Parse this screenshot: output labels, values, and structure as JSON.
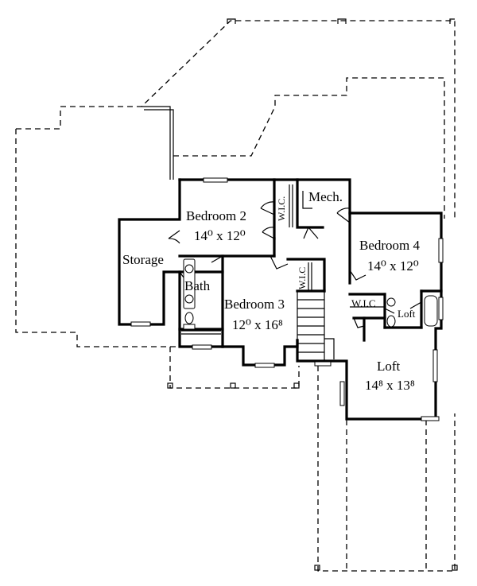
{
  "rooms": {
    "bedroom2": {
      "name": "Bedroom 2",
      "dims": "14⁰ x 12⁰"
    },
    "bedroom3": {
      "name": "Bedroom 3",
      "dims": "12⁰ x 16⁸"
    },
    "bedroom4": {
      "name": "Bedroom 4",
      "dims": "14⁰ x 12⁰"
    },
    "loft_large": {
      "name": "Loft",
      "dims": "14⁸ x 13⁸"
    },
    "loft_small": {
      "name": "Loft"
    },
    "storage": {
      "name": "Storage"
    },
    "bath": {
      "name": "Bath"
    },
    "mech": {
      "name": "Mech."
    },
    "wic1": {
      "name": "W.I.C."
    },
    "wic2": {
      "name": "W.I.C"
    },
    "wic3": {
      "name": "W.I.C"
    }
  }
}
